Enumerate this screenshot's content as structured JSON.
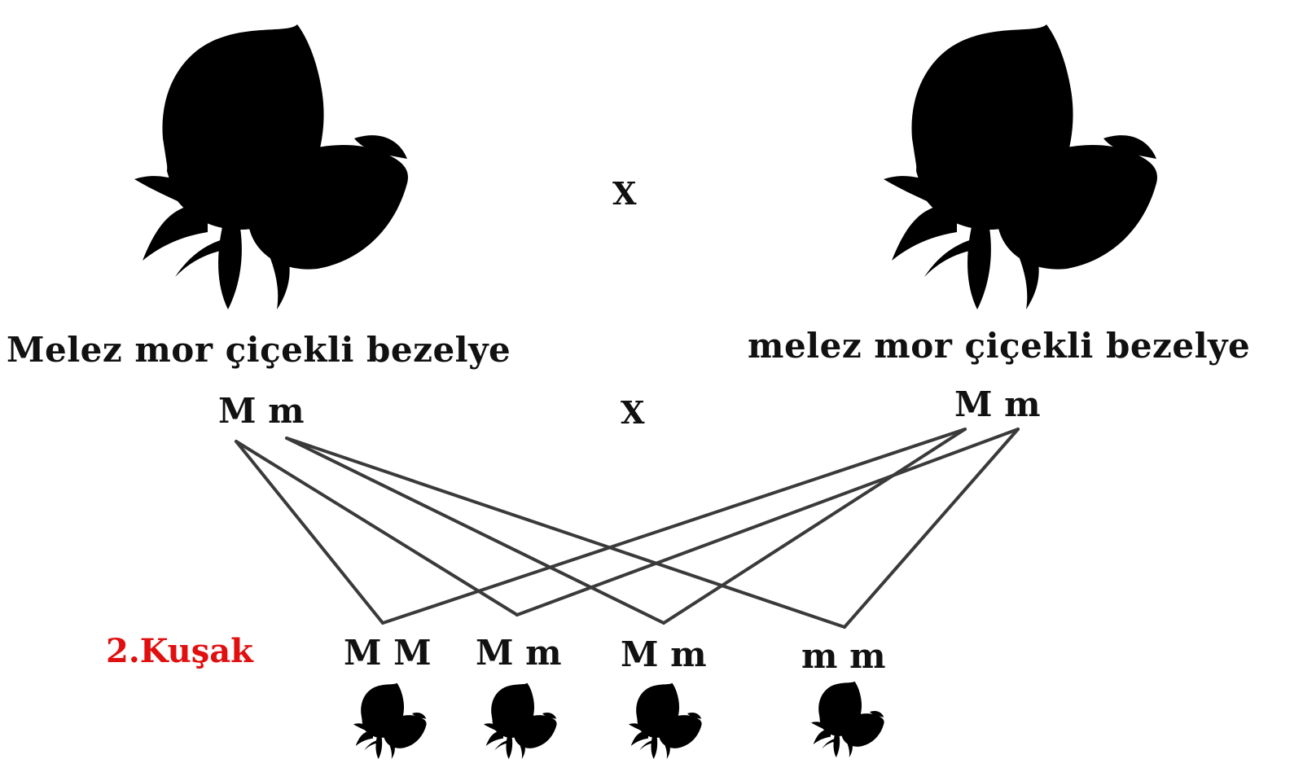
{
  "parents": {
    "left": {
      "caption": "Melez mor çiçekli bezelye",
      "genotype": "M m",
      "flower_color": "#8a5bb3"
    },
    "right": {
      "caption": "melez mor çiçekli bezelye",
      "genotype": "M m",
      "flower_color": "#8a5bb3"
    },
    "cross_symbol_top": "X",
    "cross_symbol_mid": "X"
  },
  "generation_label": {
    "text": "2.Kuşak",
    "color": "#e01010"
  },
  "offspring": [
    {
      "genotype": "M M",
      "flower_color": "#8a5bb3"
    },
    {
      "genotype": "M m",
      "flower_color": "#8a5bb3"
    },
    {
      "genotype": "M m",
      "flower_color": "#8a5bb3"
    },
    {
      "genotype": "m m",
      "flower_color": "#dfeff0"
    }
  ],
  "line_color": "#3a3a3a",
  "leaf_color": "#3a9a3a"
}
